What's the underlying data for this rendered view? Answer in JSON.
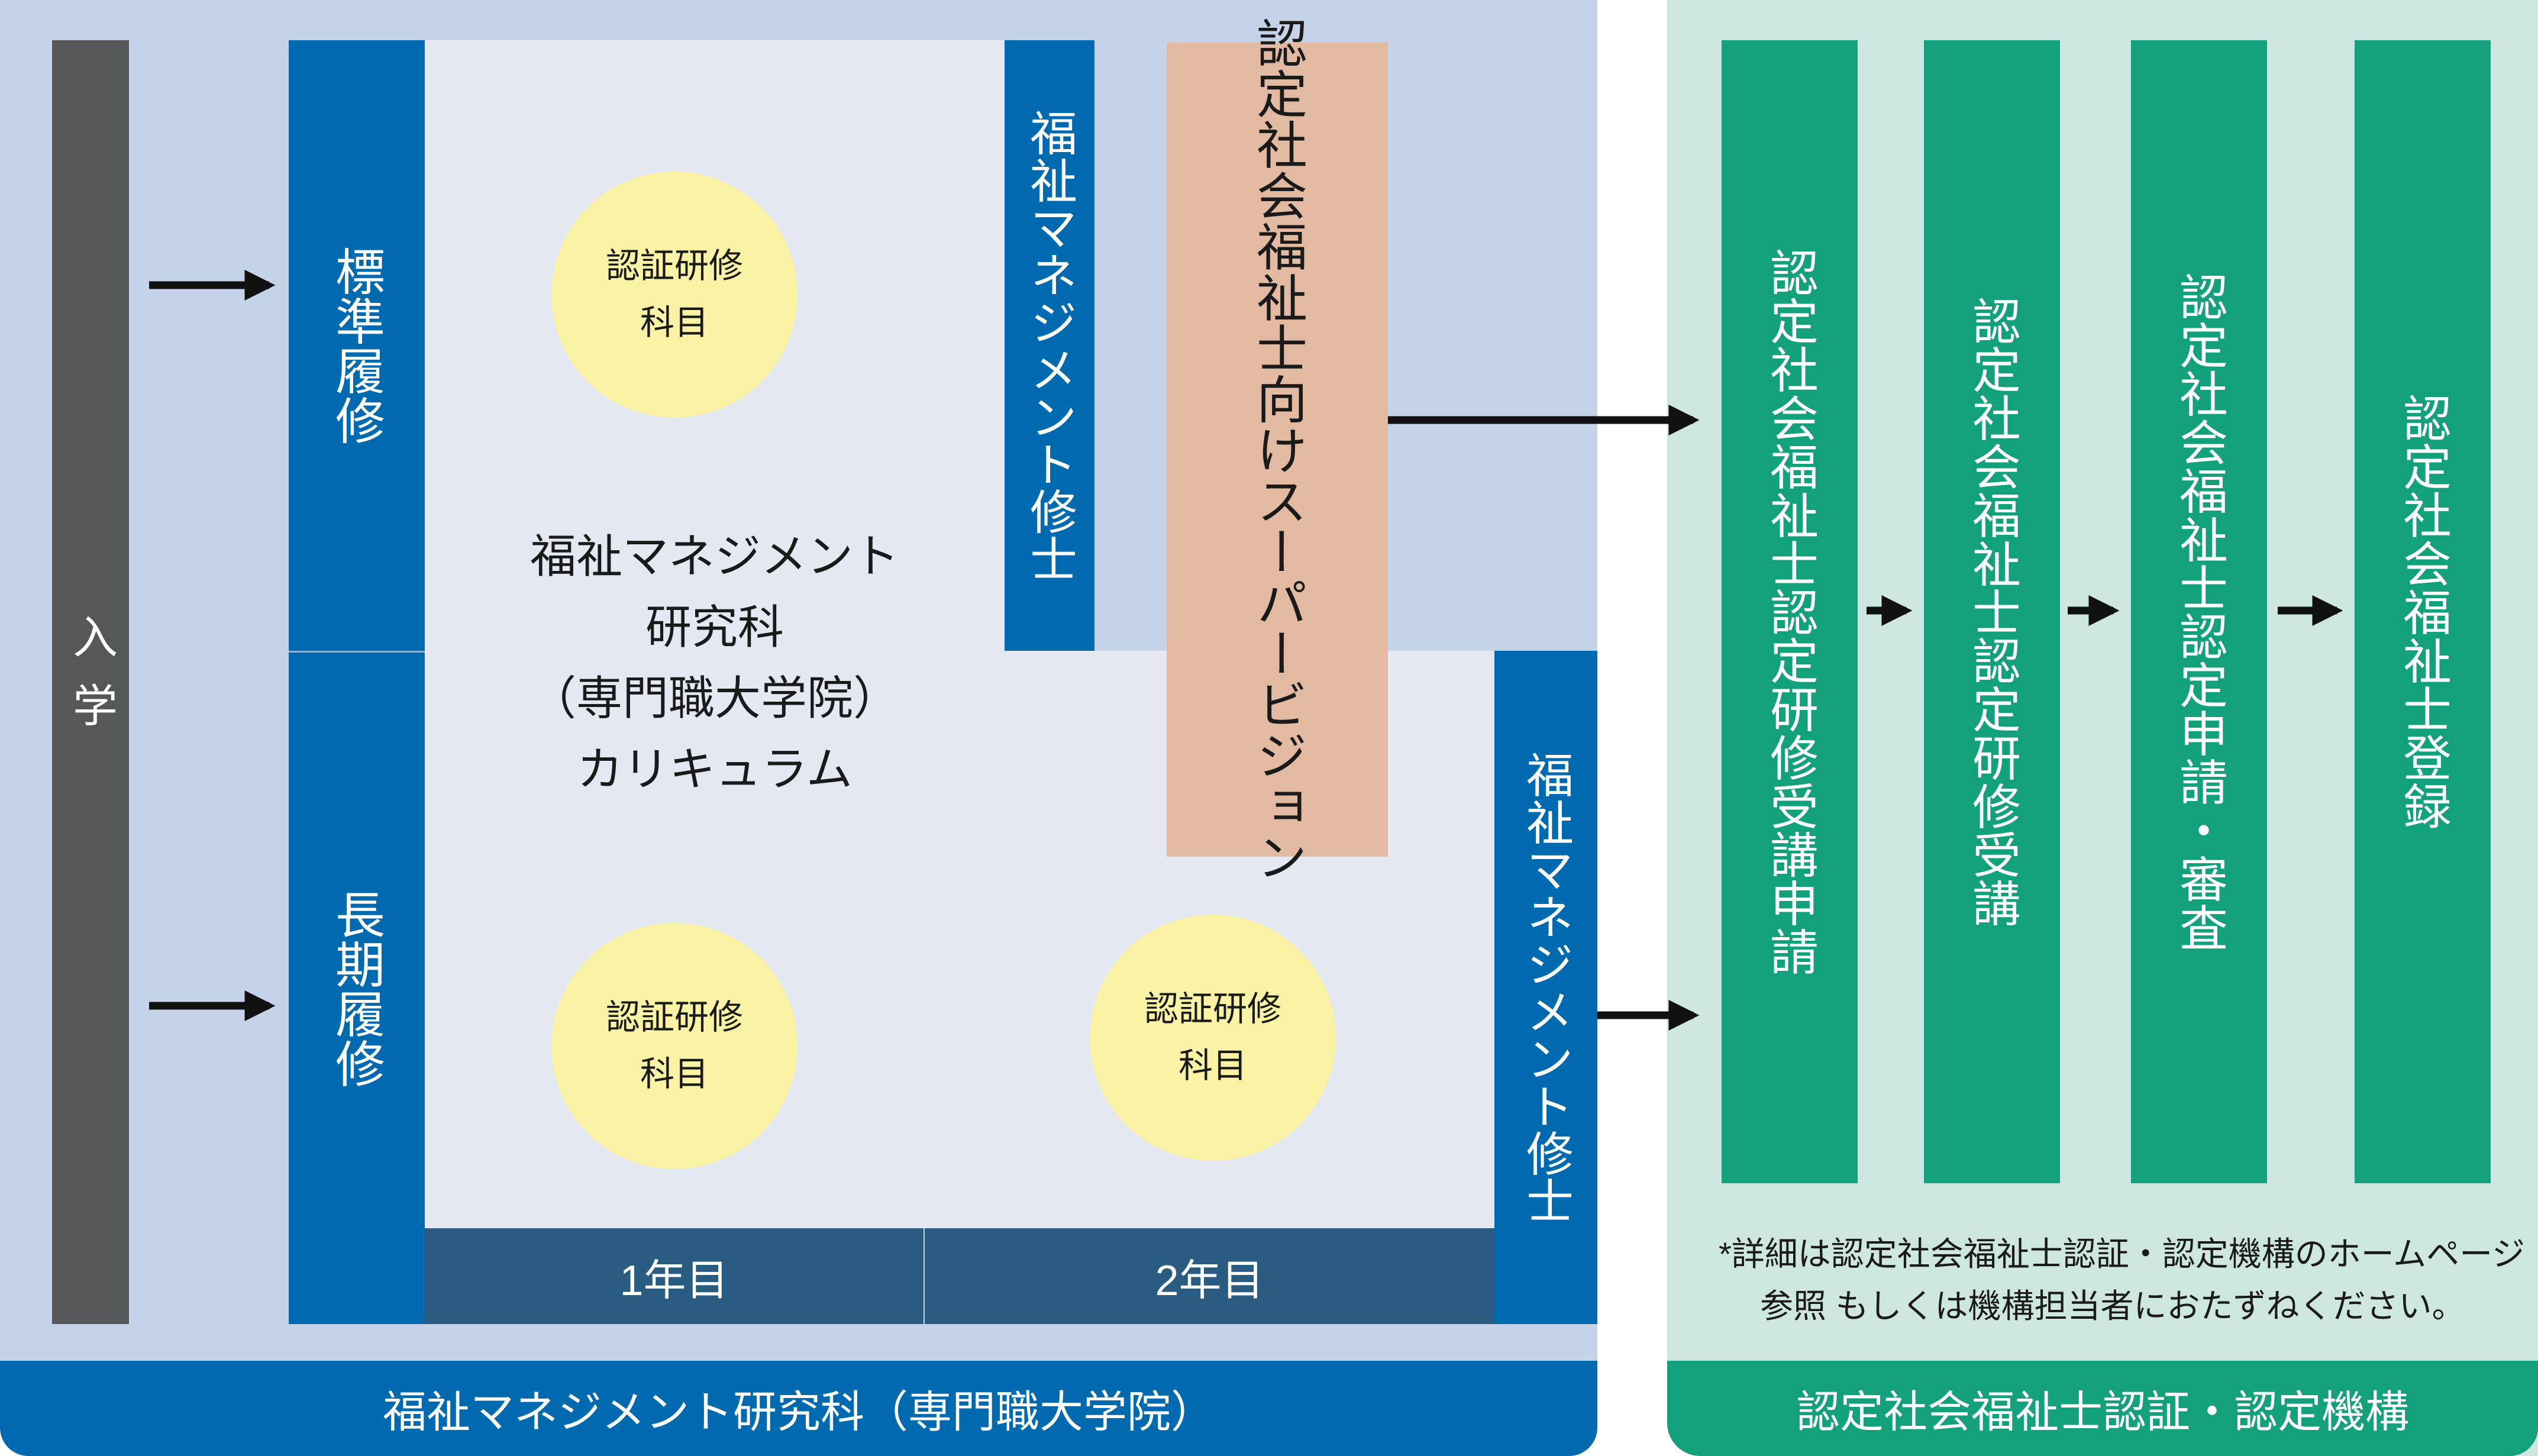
{
  "entry": "入学",
  "tracks": {
    "standard": "標準履修",
    "long": "長期履修"
  },
  "curriculum": {
    "lines": [
      "福祉マネジメント",
      "研究科",
      "（専門職大学院）",
      "カリキュラム"
    ],
    "cert_subject": {
      "line1": "認証研修",
      "line2": "科目"
    },
    "years": [
      "1年目",
      "2年目"
    ]
  },
  "degree": "福祉マネジメント修士",
  "supervision": "認定社会福祉士向けスーパービジョン",
  "steps": [
    "認定社会福祉士認定研修受講申請",
    "認定社会福祉士認定研修受講",
    "認定社会福祉士認定申請・審査",
    "認定社会福祉士登録"
  ],
  "note": {
    "line1": "*詳細は認定社会福祉士認証・認定機構のホームページ",
    "line2": "参照 もしくは機構担当者におたずねください。"
  },
  "footers": {
    "left": "福祉マネジメント研究科（専門職大学院）",
    "right": "認定社会福祉士認証・認定機構"
  },
  "colors": {
    "blue": "#006ab0",
    "navy": "#2a5c82",
    "green": "#12a17b",
    "light_blue_bg": "#c5d3e8",
    "light_green_bg": "#cde6df",
    "peach": "#e2baa2",
    "yellow": "#faf2a4",
    "dark_gray": "#565758"
  }
}
